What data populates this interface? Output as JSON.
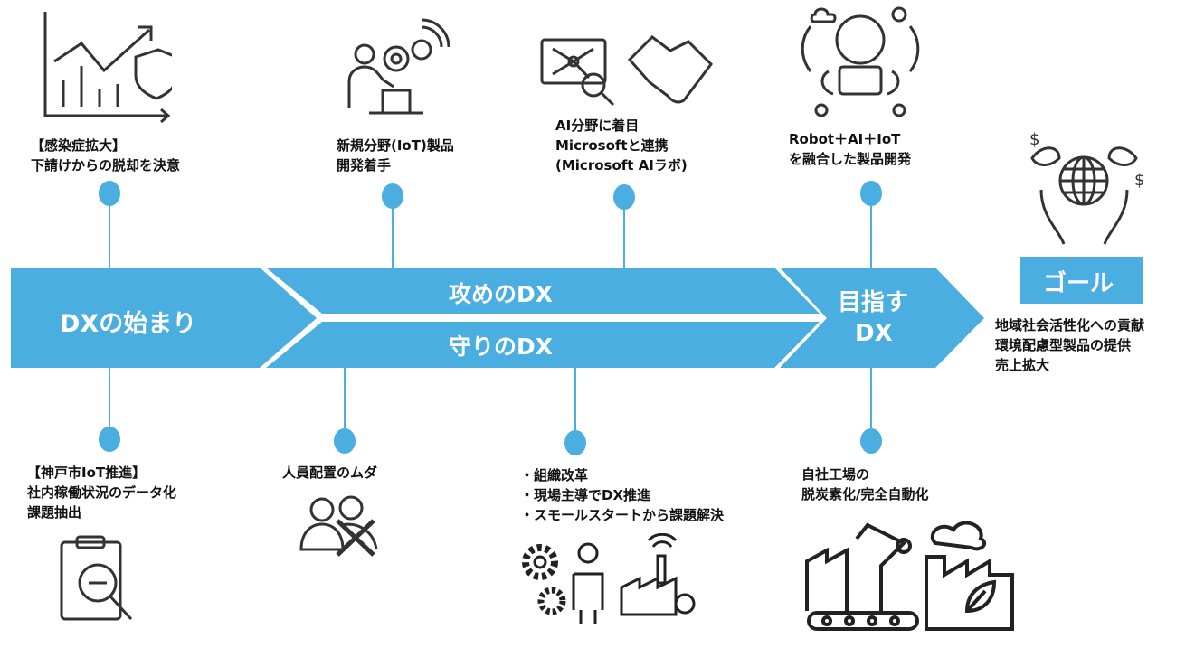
{
  "colors": {
    "accent": "#4aaee0",
    "text": "#111111"
  },
  "phases": {
    "start": "DXの始まり",
    "offense": "攻めのDX",
    "defense": "守りのDX",
    "target_line1": "目指す",
    "target_line2": "DX"
  },
  "goal": {
    "label": "ゴール",
    "items": [
      "地域社会活性化への貢献",
      "環境配慮型製品の提供",
      "売上拡大"
    ]
  },
  "top_milestones": [
    {
      "lines": [
        "【感染症拡大】",
        "下請けからの脱却を決意"
      ],
      "icon": "chart-shield-icon"
    },
    {
      "lines": [
        "新規分野(IoT)製品",
        "開発着手"
      ],
      "icon": "person-gears-icon"
    },
    {
      "lines": [
        "AI分野に着目",
        "Microsoftと連携",
        "(Microsoft AIラボ)"
      ],
      "icon": "ai-handshake-icon"
    },
    {
      "lines": [
        "Robot＋AI＋IoT",
        "を融合した製品開発"
      ],
      "icon": "robot-ai-icon"
    }
  ],
  "bottom_milestones": [
    {
      "lines": [
        "【神戸市IoT推進】",
        "社内稼働状況のデータ化",
        "課題抽出"
      ],
      "icon": "clipboard-search-icon"
    },
    {
      "lines": [
        "人員配置のムダ"
      ],
      "icon": "people-cross-icon"
    },
    {
      "lines": [
        "・組織改革",
        "・現場主導でDX推進",
        "・スモールスタートから課題解決"
      ],
      "icon": "gears-worker-factory-icon"
    },
    {
      "lines": [
        "自社工場の",
        "脱炭素化/完全自動化"
      ],
      "icon": "robot-arm-eco-factory-icon"
    }
  ]
}
